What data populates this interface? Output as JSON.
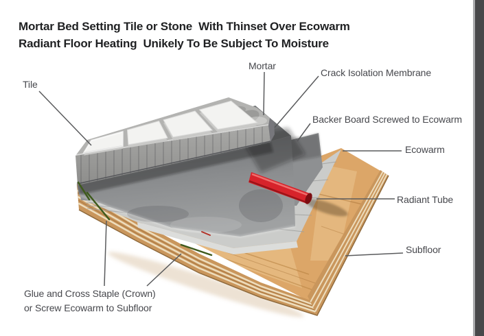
{
  "title": "Mortar Bed Setting Tile or Stone  With Thinset Over Ecowarm\nRadiant Floor Heating  Unikely To Be Subject To Moisture",
  "labels": {
    "tile": "Tile",
    "mortar": "Mortar",
    "crack_isolation_membrane": "Crack Isolation Membrane",
    "backer_board": "Backer Board Screwed to Ecowarm",
    "ecowarm": "Ecowarm",
    "radiant_tube": "Radiant Tube",
    "subfloor": "Subfloor",
    "glue_staple": "Glue and Cross Staple (Crown)\nor Screw Ecowarm to Subfloor"
  },
  "colors": {
    "title_text": "#1f2022",
    "label_text": "#46474c",
    "leader_line": "#595a5c",
    "tile_top": "#f3f3f1",
    "mortar_bed": "#9d9d9b",
    "membrane": "#828486",
    "backer_board": "#8e9092",
    "ecowarm_panel": "#cbccca",
    "radiant_tube": "#d7232b",
    "subfloor_wood": "#dca668",
    "plywood_edge": "#c9965c",
    "staple_green": "#3e5a1c",
    "page_border_bar": "#48484a"
  }
}
